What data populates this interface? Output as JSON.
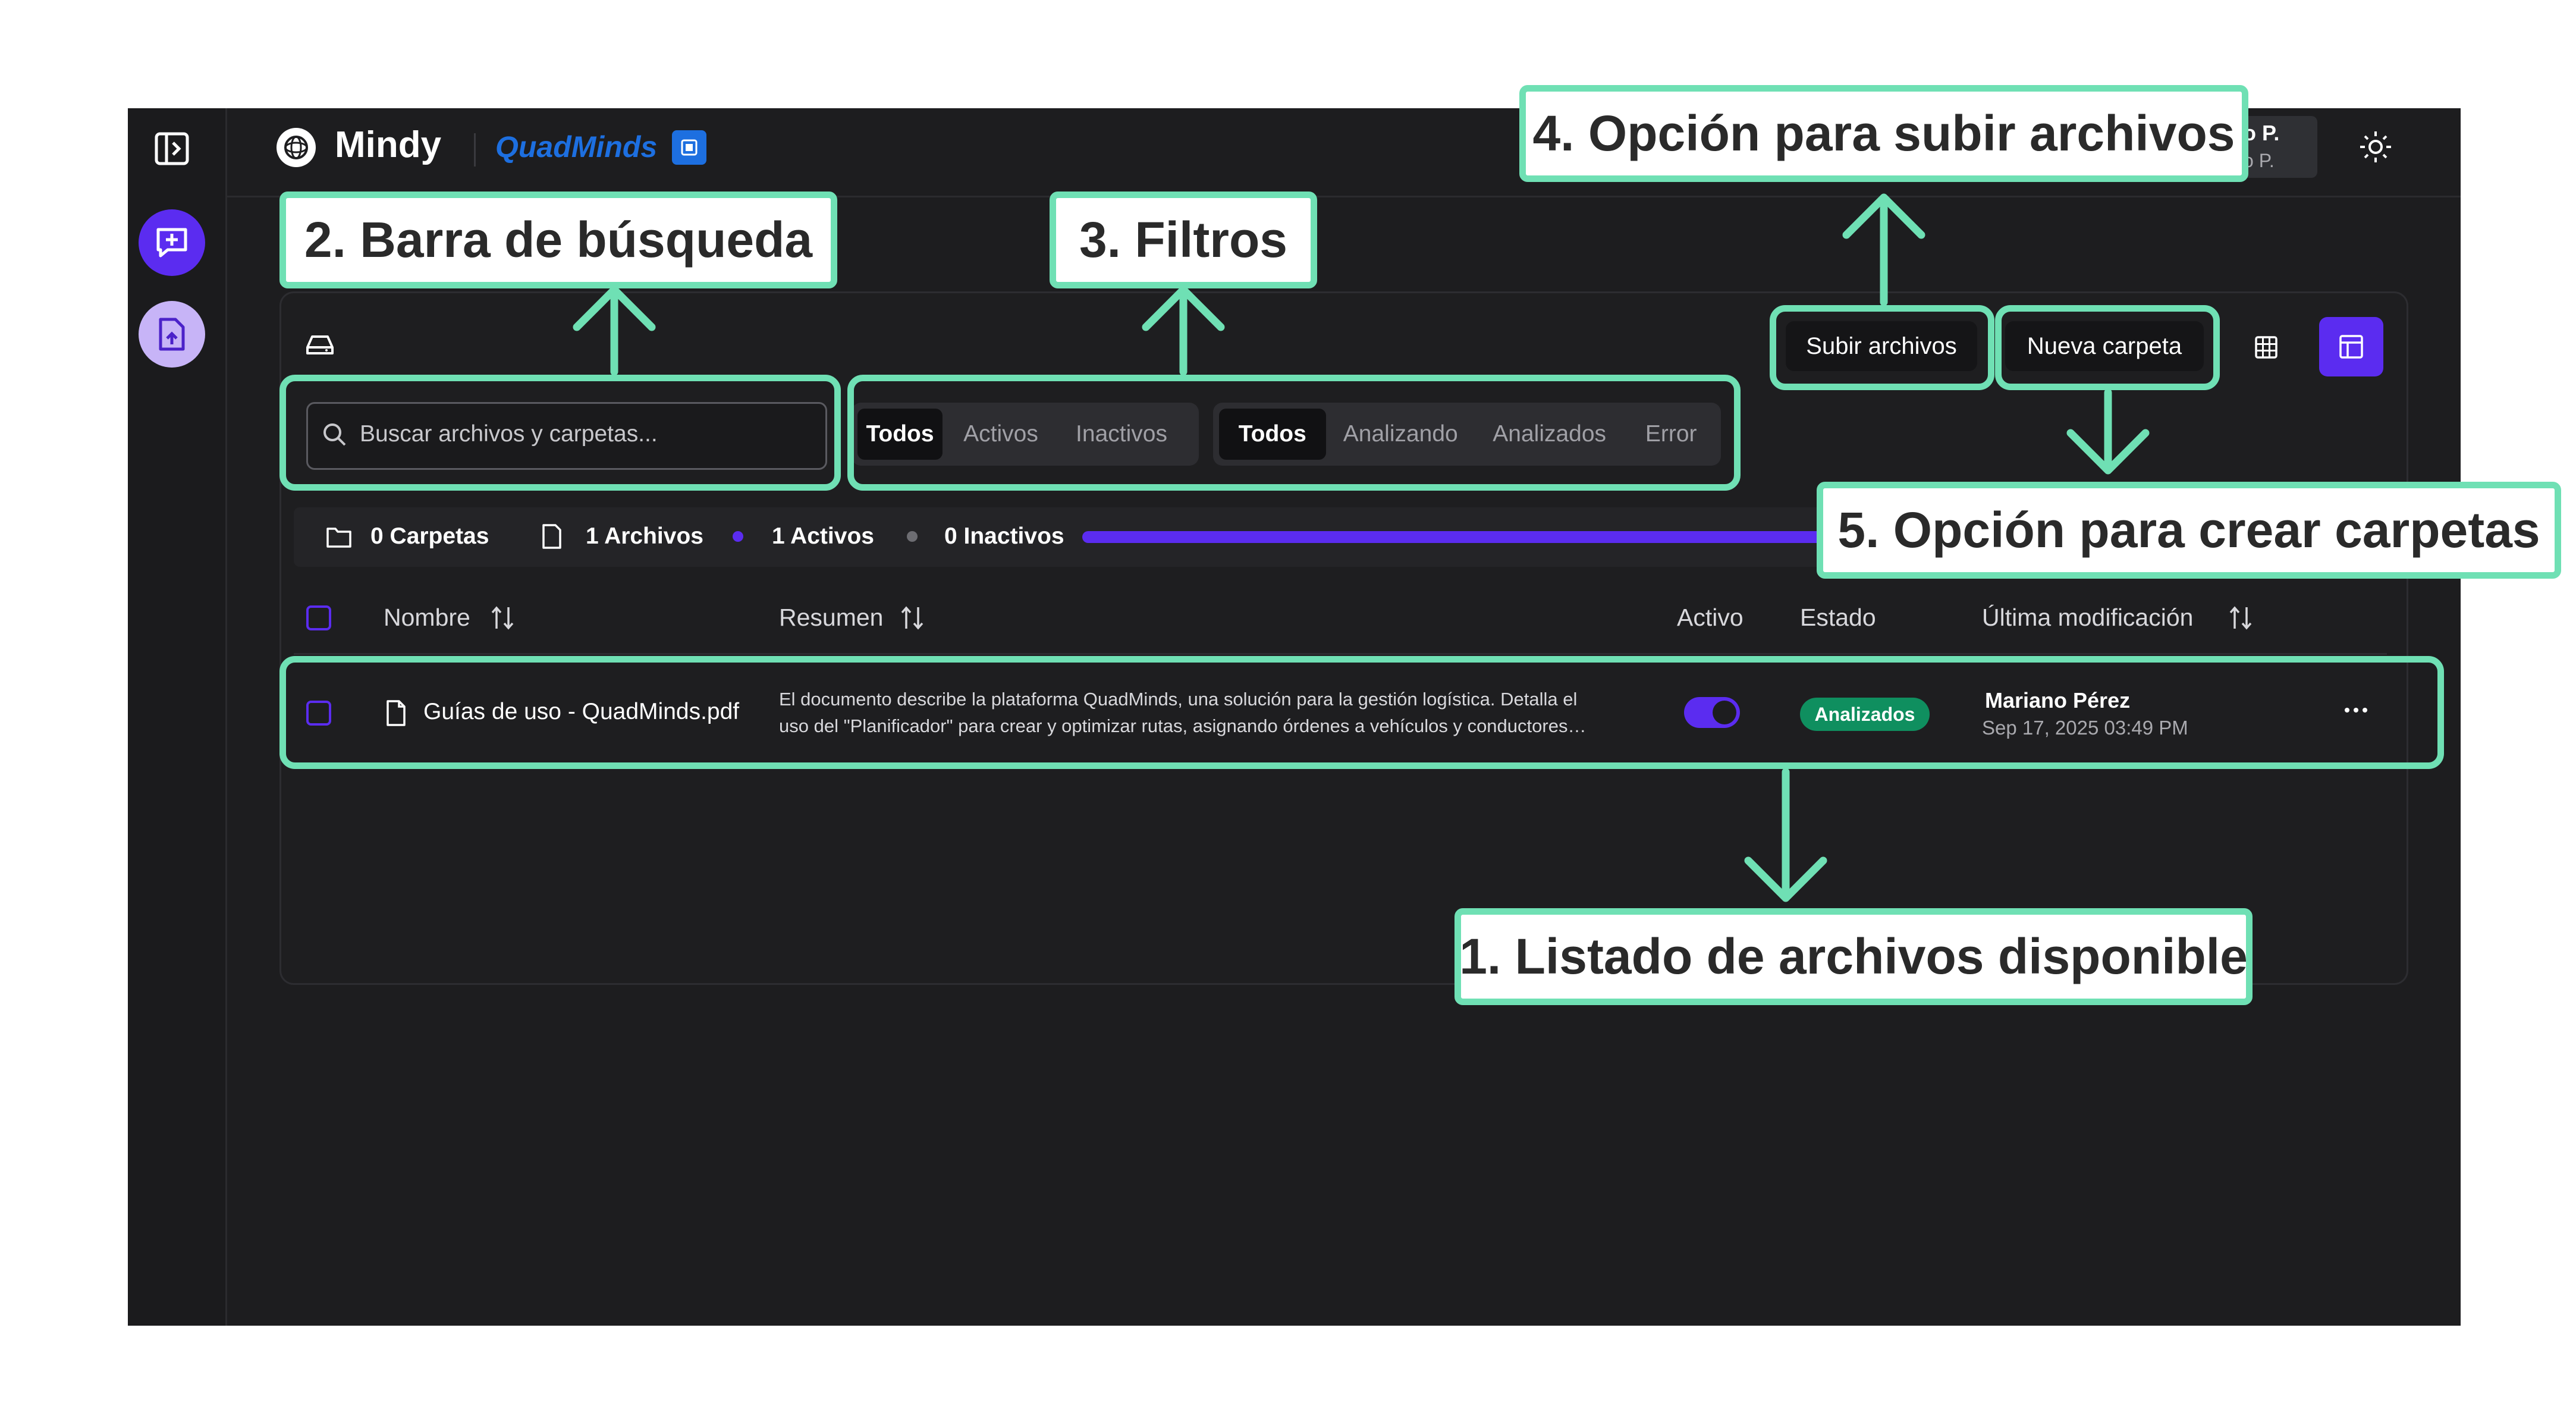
{
  "app": {
    "name": "Mindy",
    "partner": "QuadMinds",
    "user_initial_line1": "o P.",
    "user_initial_line2": "o P."
  },
  "search": {
    "placeholder": "Buscar archivos y carpetas..."
  },
  "filters": {
    "status": [
      "Todos",
      "Activos",
      "Inactivos"
    ],
    "analysis": [
      "Todos",
      "Analizando",
      "Analizados",
      "Error"
    ]
  },
  "toolbar": {
    "upload_label": "Subir archivos",
    "new_folder_label": "Nueva carpeta"
  },
  "stats": {
    "folders": "0 Carpetas",
    "files": "1 Archivos",
    "active": "1 Activos",
    "inactive": "0 Inactivos"
  },
  "table": {
    "headers": {
      "name": "Nombre",
      "summary": "Resumen",
      "active": "Activo",
      "status": "Estado",
      "modified": "Última modificación"
    },
    "rows": [
      {
        "name": "Guías de uso - QuadMinds.pdf",
        "summary_line1": "El documento describe la plataforma QuadMinds, una solución para la gestión logística. Detalla el",
        "summary_line2": "uso del \"Planificador\" para crear y optimizar rutas, asignando órdenes a vehículos y conductores…",
        "active": true,
        "status": "Analizados",
        "modified_by": "Mariano Pérez",
        "modified_at": "Sep 17, 2025 03:49 PM"
      }
    ]
  },
  "callouts": {
    "c1": "1. Listado de archivos disponible",
    "c2": "2. Barra de búsqueda",
    "c3": "3. Filtros",
    "c4": "4. Opción para subir archivos",
    "c5": "5. Opción para crear carpetas"
  },
  "colors": {
    "accent": "#5b2cf0",
    "highlight": "#6fe0b4",
    "success": "#0f8f5f",
    "background": "#1d1d1f"
  },
  "icons": [
    "sidebar-toggle-icon",
    "new-chat-icon",
    "upload-file-icon",
    "mindy-logo-icon",
    "theme-sun-icon",
    "drive-icon",
    "search-icon",
    "folder-icon",
    "file-icon",
    "sort-icon",
    "more-icon",
    "grid-view-icon",
    "table-view-icon"
  ]
}
